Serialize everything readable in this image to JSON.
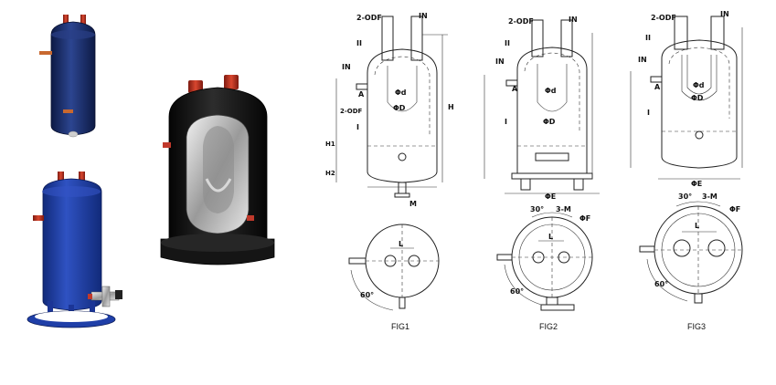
{
  "colors": {
    "navy_body": "#1d2f6b",
    "blue_body": "#1f3fa8",
    "black_body": "#111111",
    "red_cap": "#c0392b",
    "copper": "#c8682f"
  },
  "figures": [
    {
      "caption": "FIG1",
      "labels": {
        "outlet": "2-ODF",
        "inlet_top": "IN",
        "inlet_side": "IN",
        "part_ii": "II",
        "part_i": "I",
        "dim_a": "A",
        "dim_d_small": "Φd",
        "dim_d_large": "ΦD",
        "dim_h": "H",
        "dim_h1": "H1",
        "dim_h2": "H2",
        "dim_2odf": "2-ODF",
        "dim_m": "M",
        "dim_l": "L",
        "angle": "60°"
      }
    },
    {
      "caption": "FIG2",
      "labels": {
        "outlet": "2-ODF",
        "inlet_top": "IN",
        "inlet_side": "IN",
        "part_ii": "II",
        "part_i": "I",
        "dim_a": "A",
        "dim_d_small": "Φd",
        "dim_d_large": "ΦD",
        "dim_e": "ΦE",
        "dim_f": "ΦF",
        "holes": "3-M",
        "angle_top": "30°",
        "dim_l": "L",
        "angle": "60°"
      }
    },
    {
      "caption": "FIG3",
      "labels": {
        "outlet": "2-ODF",
        "inlet_top": "IN",
        "inlet_side": "IN",
        "part_ii": "II",
        "part_i": "I",
        "dim_a": "A",
        "dim_d_small": "Φd",
        "dim_d_large": "ΦD",
        "dim_e": "ΦE",
        "dim_f": "ΦF",
        "holes": "3-M",
        "angle_top": "30°",
        "dim_l": "L",
        "angle": "60°"
      }
    }
  ]
}
